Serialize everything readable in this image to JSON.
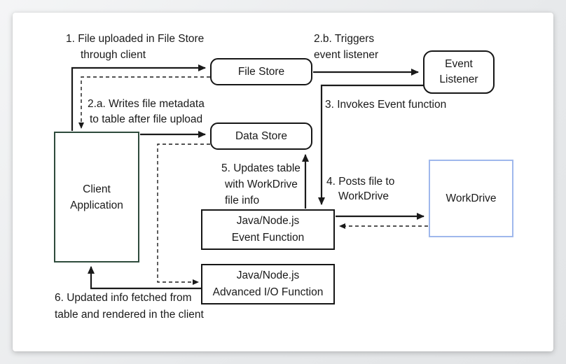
{
  "colors": {
    "line": "#1a1a1a",
    "client_box_border": "#2e4b3c",
    "workdrive_box_border": "#9fb8ec",
    "default_box_border": "#161616",
    "card_background": "#ffffff",
    "page_background": "#e7e9eb"
  },
  "nodes": {
    "client_application": {
      "lines": [
        "Client",
        "Application"
      ]
    },
    "file_store": {
      "label": "File Store"
    },
    "data_store": {
      "label": "Data Store"
    },
    "event_listener": {
      "lines": [
        "Event",
        "Listener"
      ]
    },
    "workdrive": {
      "label": "WorkDrive"
    },
    "event_function": {
      "lines": [
        "Java/Node.js",
        "Event Function"
      ]
    },
    "advanced_io_function": {
      "lines": [
        "Java/Node.js",
        "Advanced I/O Function"
      ]
    }
  },
  "steps": {
    "step1": {
      "lines": [
        "1. File uploaded in File Store",
        "through client"
      ]
    },
    "step2a": {
      "lines": [
        "2.a. Writes file metadata",
        "to table after file upload"
      ]
    },
    "step2b": {
      "lines": [
        "2.b. Triggers",
        "event listener"
      ]
    },
    "step3": {
      "lines": [
        "3. Invokes Event function"
      ]
    },
    "step4": {
      "lines": [
        "4. Posts file to",
        "WorkDrive"
      ]
    },
    "step5": {
      "lines": [
        "5. Updates table",
        "with WorkDrive",
        "file info"
      ]
    },
    "step6": {
      "lines": [
        "6. Updated info fetched from",
        "table and rendered in the client"
      ]
    }
  }
}
